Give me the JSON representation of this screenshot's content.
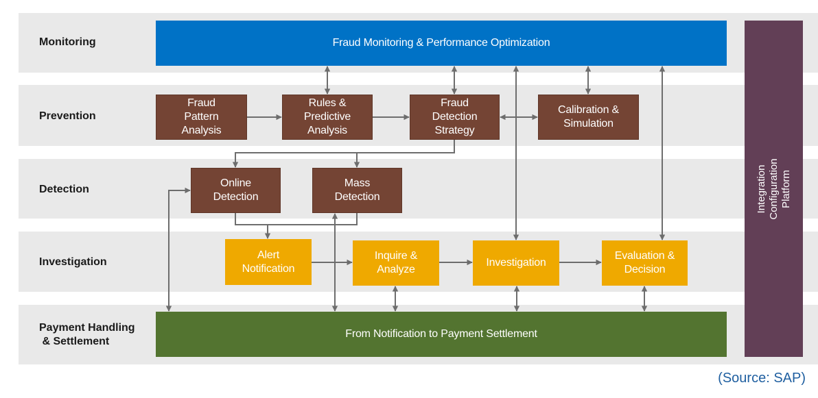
{
  "diagram": {
    "lanes": [
      {
        "id": "monitoring",
        "label": "Monitoring"
      },
      {
        "id": "prevention",
        "label": "Prevention"
      },
      {
        "id": "detection",
        "label": "Detection"
      },
      {
        "id": "investigation",
        "label": "Investigation"
      },
      {
        "id": "payment",
        "label": "Payment Handling\n & Settlement"
      }
    ],
    "bars": {
      "monitoring": "Fraud Monitoring & Performance Optimization",
      "payment": "From Notification to Payment Settlement",
      "platform": "Integration\nConfiguration\nPlatform"
    },
    "nodes": {
      "fraud_pattern": "Fraud\nPattern\nAnalysis",
      "rules_predictive": "Rules &\nPredictive\nAnalysis",
      "fraud_detection_strategy": "Fraud\nDetection\nStrategy",
      "calibration": "Calibration &\nSimulation",
      "online_detection": "Online\nDetection",
      "mass_detection": "Mass\nDetection",
      "alert_notification": "Alert\nNotification",
      "inquire_analyze": "Inquire &\nAnalyze",
      "investigation": "Investigation",
      "evaluation_decision": "Evaluation &\nDecision"
    },
    "colors": {
      "monitoring": "#0072c6",
      "prevention_detection": "#744434",
      "investigation": "#efa900",
      "payment": "#537430",
      "platform": "#623f56",
      "lane_bg": "#e9e9e9",
      "arrow": "#6d6d6d"
    },
    "edges": [
      {
        "from": "fraud_pattern",
        "to": "rules_predictive"
      },
      {
        "from": "rules_predictive",
        "to": "fraud_detection_strategy"
      },
      {
        "from": "fraud_detection_strategy",
        "to": "calibration",
        "bidirectional": true
      },
      {
        "from": "monitoring",
        "to": "rules_predictive",
        "bidirectional": true
      },
      {
        "from": "monitoring",
        "to": "fraud_detection_strategy",
        "bidirectional": true
      },
      {
        "from": "monitoring",
        "to": "calibration",
        "bidirectional": true
      },
      {
        "from": "monitoring",
        "to": "investigation",
        "bidirectional": true
      },
      {
        "from": "monitoring",
        "to": "evaluation_decision",
        "bidirectional": true
      },
      {
        "from": "fraud_detection_strategy",
        "to": "online_detection"
      },
      {
        "from": "fraud_detection_strategy",
        "to": "mass_detection"
      },
      {
        "from": "online_detection",
        "to": "alert_notification"
      },
      {
        "from": "mass_detection",
        "to": "alert_notification"
      },
      {
        "from": "alert_notification",
        "to": "inquire_analyze"
      },
      {
        "from": "inquire_analyze",
        "to": "investigation"
      },
      {
        "from": "investigation",
        "to": "evaluation_decision"
      },
      {
        "from": "payment",
        "to": "online_detection",
        "bidirectional": true
      },
      {
        "from": "payment",
        "to": "mass_detection",
        "bidirectional": true
      },
      {
        "from": "payment",
        "to": "inquire_analyze",
        "bidirectional": true
      },
      {
        "from": "payment",
        "to": "investigation",
        "bidirectional": true
      },
      {
        "from": "payment",
        "to": "evaluation_decision",
        "bidirectional": true
      }
    ]
  },
  "source": "(Source: SAP)"
}
